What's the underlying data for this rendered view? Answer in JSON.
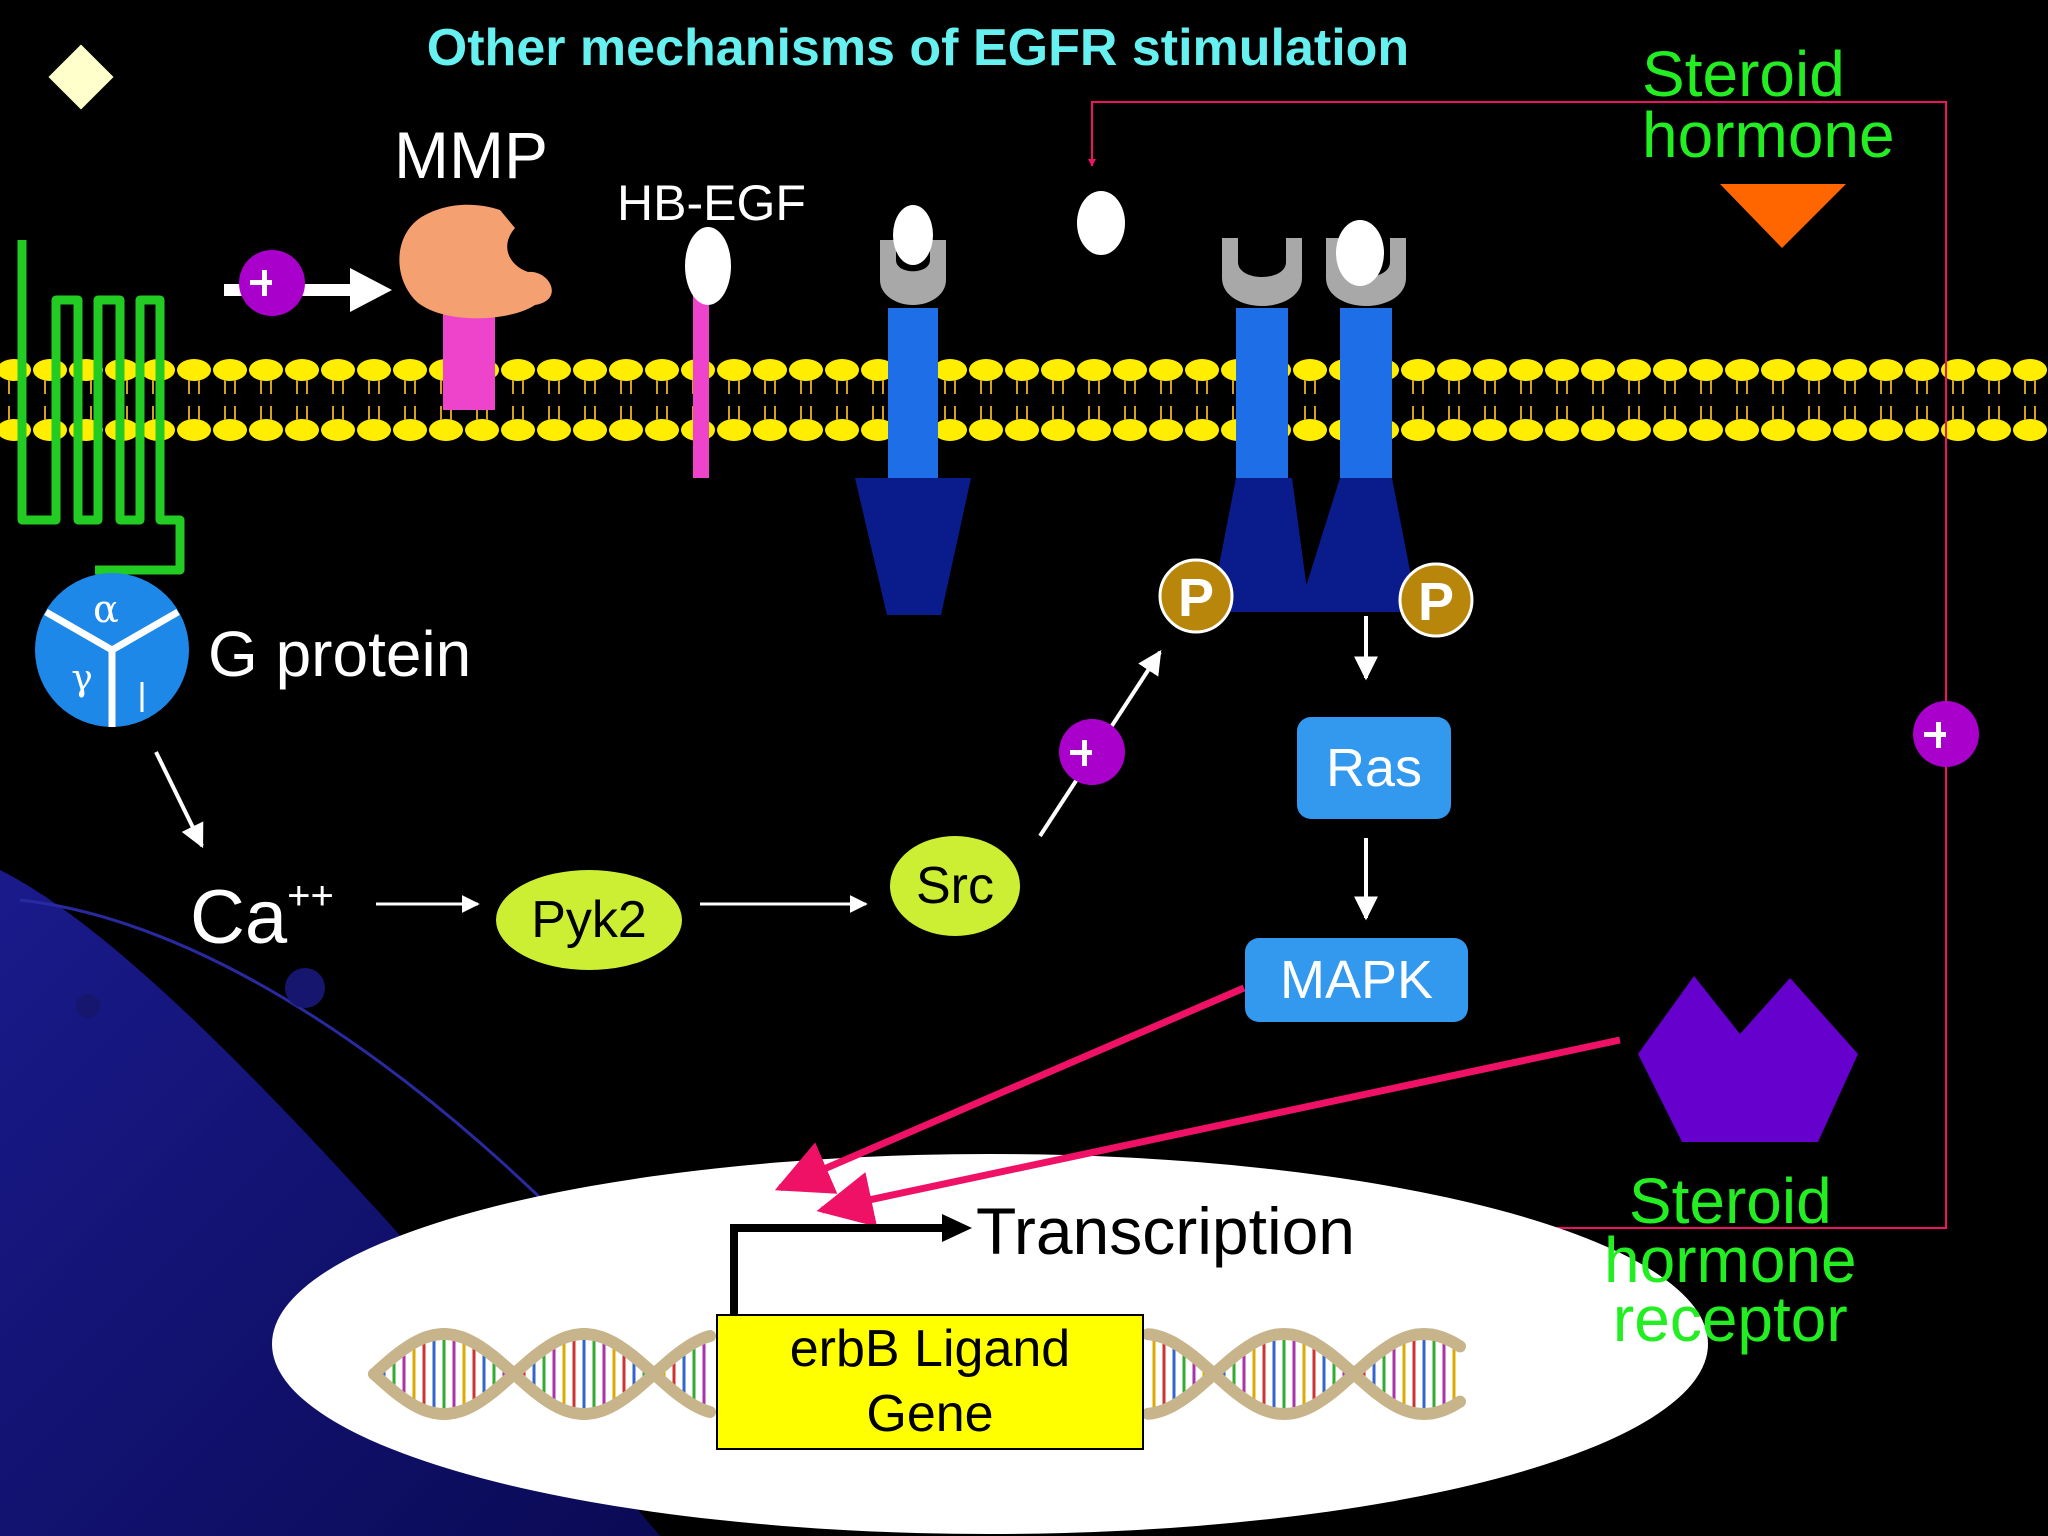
{
  "title": "Other mechanisms of EGFR stimulation",
  "labels": {
    "mmp": "MMP",
    "hb_egf": "HB-EGF",
    "g_protein": "G protein",
    "g_alpha": "α",
    "g_gamma": "γ",
    "ca": "Ca",
    "ca_sup": "++",
    "pyk2": "Pyk2",
    "src": "Src",
    "ras": "Ras",
    "mapk": "MAPK",
    "phospho": "P",
    "steroid_hormone_1": "Steroid",
    "steroid_hormone_2": "hormone",
    "steroid_receptor_1": "Steroid",
    "steroid_receptor_2": "hormone",
    "steroid_receptor_3": "receptor",
    "transcription": "Transcription",
    "gene_1": "erbB Ligand",
    "gene_2": "Gene"
  },
  "icons": {
    "bullet": "diamond-bullet-icon",
    "inhibitor": "inhibitor-minus-icon",
    "gpcr": "gpcr-seven-transmembrane-icon",
    "membrane": "lipid-bilayer",
    "dna": "dna-helix-icon"
  },
  "colors": {
    "background": "#000000",
    "title": "#66F0F0",
    "white": "#FFFFFF",
    "steroid_green": "#22EE22",
    "membrane_yellow": "#FFEE00",
    "membrane_tail": "#D4A020",
    "gpcr_green": "#22CC22",
    "mmp_orange": "#F4A070",
    "magenta": "#EE44CC",
    "inhibitor_purple": "#AA00CC",
    "receptor_blue": "#1E6EE8",
    "receptor_dark": "#0A1C8C",
    "receptor_gray": "#A8A8A8",
    "gprotein_blue": "#1E88E8",
    "node_lime": "#CCEE33",
    "box_blue": "#3399EE",
    "phospho_gold": "#B8860B",
    "arrow_red": "#EE1166",
    "hormone_orange": "#FF6600",
    "receptor_purple": "#6600CC",
    "nucleus": "#FFFFFF",
    "gene_yellow": "#FFFF00",
    "bg_wave": "#1A1A8C"
  }
}
